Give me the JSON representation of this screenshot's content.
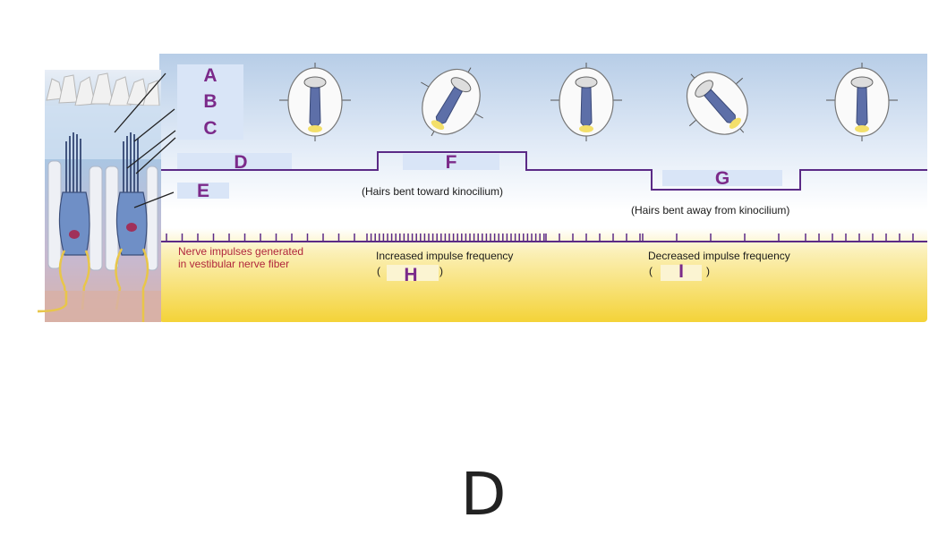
{
  "labels": {
    "A": "A",
    "B": "B",
    "C": "C",
    "D": "D",
    "E": "E",
    "F": "F",
    "G": "G",
    "H": "H",
    "I": "I"
  },
  "captions": {
    "toward": "(Hairs bent toward kinocilium)",
    "away": "(Hairs bent away from kinocilium)",
    "nerve_line1": "Nerve impulses generated",
    "nerve_line2": "in vestibular nerve fiber",
    "increased": "Increased impulse frequency",
    "increased_paren_open": "(",
    "increased_paren_close": ")",
    "decreased": "Decreased impulse frequency",
    "decreased_paren_open": "(",
    "decreased_paren_close": ")"
  },
  "answer": "D",
  "colors": {
    "label_box": "#dbe6f8",
    "label_text": "#7b2a8a",
    "trace": "#5b2a86",
    "sky_top": "#b9cfe8",
    "yellow": "#f6d94a",
    "nerve_caption": "#b0263c"
  }
}
